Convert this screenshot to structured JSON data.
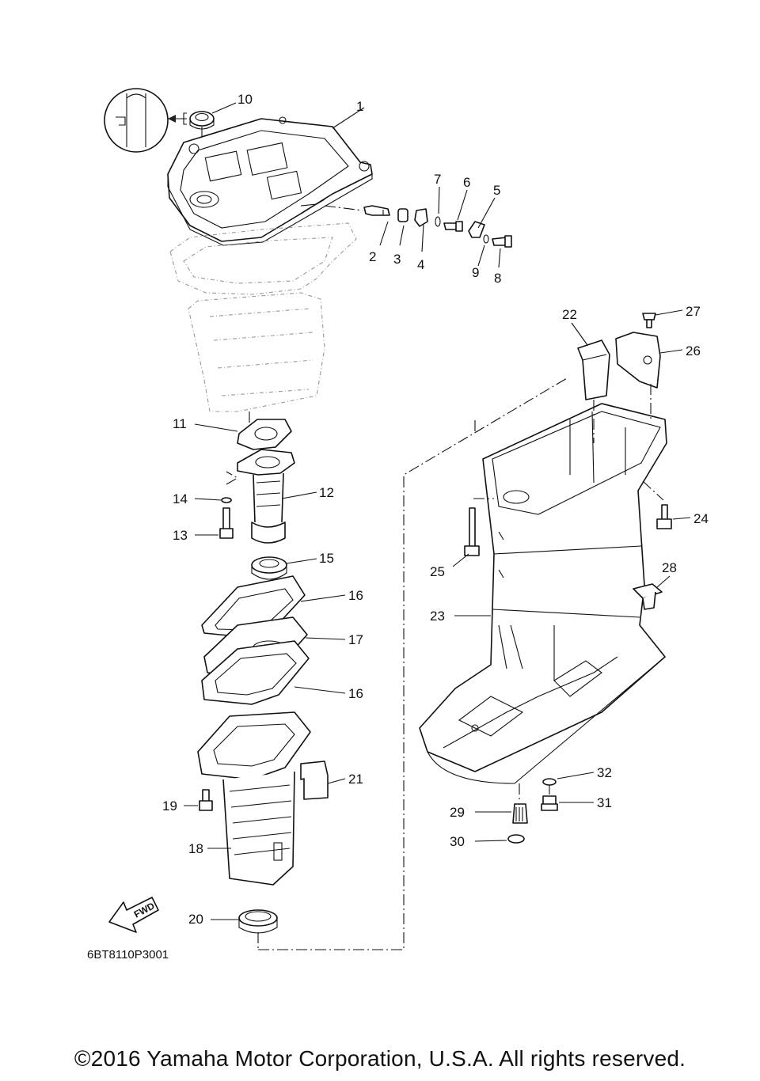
{
  "diagram_code": "6BT8110P3001",
  "copyright": "©2016 Yamaha Motor Corporation, U.S.A. All rights reserved.",
  "fwd_label": "FWD",
  "callouts": [
    "1",
    "2",
    "3",
    "4",
    "5",
    "6",
    "7",
    "8",
    "9",
    "10",
    "11",
    "12",
    "13",
    "14",
    "15",
    "16",
    "16",
    "17",
    "18",
    "19",
    "20",
    "21",
    "22",
    "23",
    "24",
    "25",
    "26",
    "27",
    "28",
    "29",
    "30",
    "31",
    "32"
  ]
}
